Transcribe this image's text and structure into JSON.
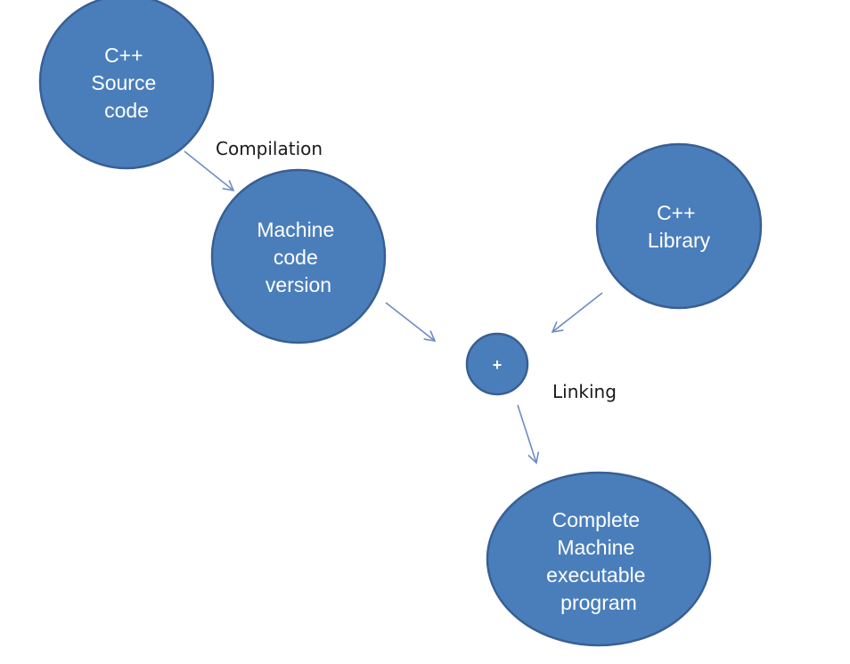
{
  "diagram": {
    "nodes": {
      "cpp_source": {
        "lines": [
          "C++",
          "Source",
          "code"
        ]
      },
      "machine_code": {
        "lines": [
          "Machine",
          "code",
          "version"
        ]
      },
      "cpp_library": {
        "lines": [
          "C++",
          "Library"
        ]
      },
      "join": {
        "label": "+"
      },
      "executable": {
        "lines": [
          "Complete",
          "Machine",
          "executable",
          "program"
        ]
      }
    },
    "labels": {
      "compilation": "Compilation",
      "linking": "Linking"
    }
  }
}
